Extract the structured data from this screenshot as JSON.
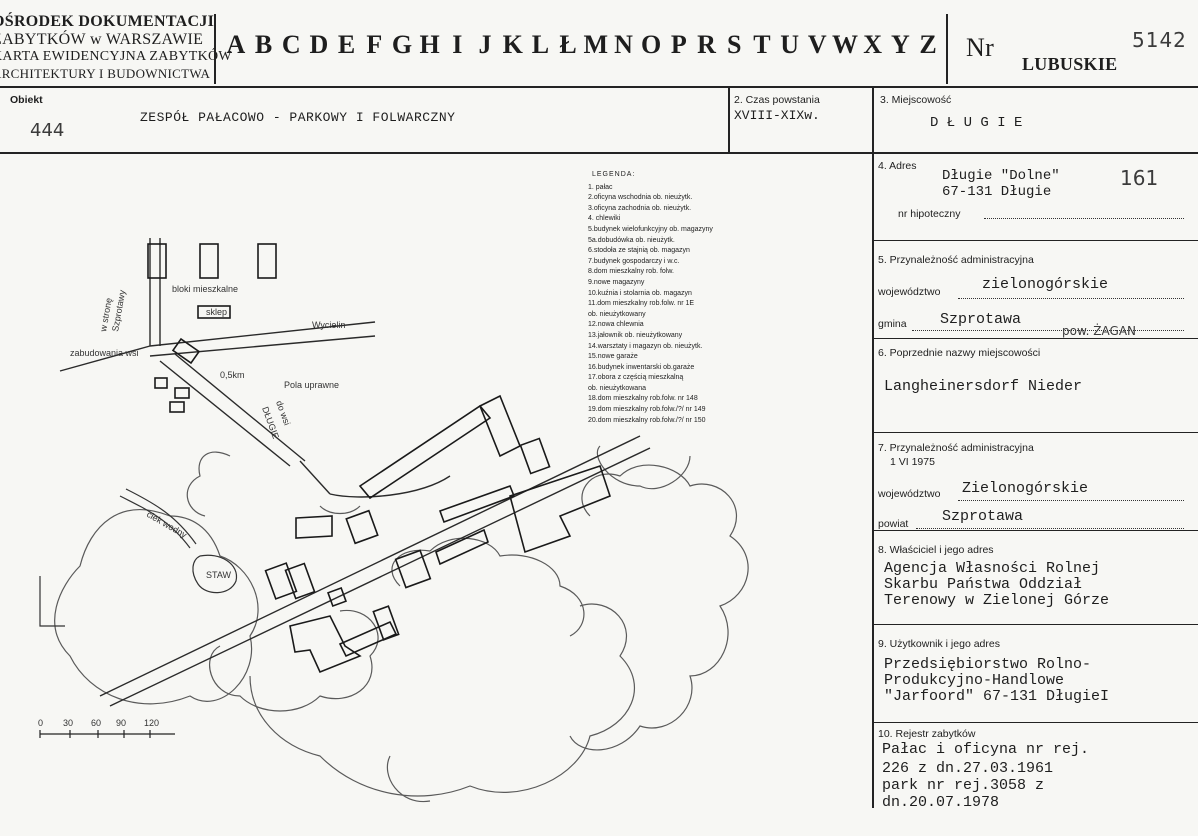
{
  "header": {
    "institution": [
      "OŚRODEK DOKUMENTACJI",
      "ZABYTKÓW w WARSZAWIE",
      "KARTA EWIDENCYJNA ZABYTKÓW",
      "ARCHITEKTURY I BUDOWNICTWA"
    ],
    "alphabet": [
      "A",
      "B",
      "C",
      "D",
      "E",
      "F",
      "G",
      "H",
      "I",
      "J",
      "K",
      "L",
      "Ł",
      "M",
      "N",
      "O",
      "P",
      "R",
      "S",
      "T",
      "U",
      "V",
      "W",
      "X",
      "Y",
      "Z"
    ],
    "nr_label": "Nr",
    "region": "LUBUSKIE",
    "handwritten_number": "5142"
  },
  "fields": {
    "obiekt": {
      "label": "Obiekt",
      "value": "ZESPÓŁ PAŁACOWO - PARKOWY I FOLWARCZNY",
      "annotation": "444"
    },
    "czas": {
      "label": "2. Czas powstania",
      "value": "XVIII-XIXw."
    },
    "miejscowosc": {
      "label": "3. Miejscowość",
      "value": "D Ł U G I E"
    },
    "adres": {
      "label": "4. Adres",
      "line1": "Długie \"Dolne\"",
      "line2": "67-131 Długie",
      "annotation": "161",
      "hipoteczny_label": "nr hipoteczny"
    },
    "przynaleznosc": {
      "label": "5. Przynależność administracyjna",
      "woj_label": "województwo",
      "woj_value": "zielonogórskie",
      "gmina_label": "gmina",
      "gmina_value": "Szprotawa",
      "annotation": "pow. ŻAGAN"
    },
    "poprzednie": {
      "label": "6. Poprzednie nazwy miejscowości",
      "value": "Langheinersdorf Nieder"
    },
    "przynaleznosc1975": {
      "label": "7. Przynależność administracyjna",
      "date": "1 VI 1975",
      "woj_label": "województwo",
      "woj_value": "Zielonogórskie",
      "powiat_label": "powiat",
      "powiat_value": "Szprotawa"
    },
    "wlasciciel": {
      "label": "8. Właściciel i jego adres",
      "lines": [
        "Agencja Własności Rolnej",
        "Skarbu Państwa Oddział",
        "Terenowy w Zielonej Górze"
      ]
    },
    "uzytkownik": {
      "label": "9. Użytkownik i jego adres",
      "lines": [
        "Przedsiębiorstwo Rolno-",
        "Produkcyjno-Handlowe",
        "\"Jarfoord\" 67-131 DługieI"
      ]
    },
    "rejestr": {
      "label": "10. Rejestr zabytków",
      "lines": [
        "Pałac i oficyna nr rej.",
        "226 z dn.27.03.1961",
        "park nr rej.3058 z",
        "dn.20.07.1978"
      ]
    }
  },
  "map": {
    "legend_title": "LEGENDA:",
    "legend": [
      "1. pałac",
      "2.oficyna wschodnia ob. nieużytk.",
      "3.oficyna zachodnia ob. nieużytk.",
      "4. chlewiki",
      "5.budynek wielofunkcyjny ob. magazyny",
      "5a.dobudówka ob. nieużytk.",
      "6.stodoła ze stajnią ob. magazyn",
      "7.budynek gospodarczy i w.c.",
      "8.dom mieszkalny rob. folw.",
      "9.nowe magazyny",
      "10.kuźnia i stolarnia ob. magazyn",
      "11.dom mieszkalny rob.folw. nr 1E",
      "   ob. nieużytkowany",
      "12.nowa chlewnia",
      "13.jałownik ob. nieużytkowany",
      "14.warsztaty i magazyn ob. nieużytk.",
      "15.nowe garaże",
      "16.budynek inwentarski ob.garaże",
      "17.obora z częścią mieszkalną",
      "   ob. nieużytkowana",
      "18.dom mieszkalny rob.folw. nr 148",
      "19.dom mieszkalny rob.folw./?/ nr 149",
      "20.dom mieszkalny rob.folw./?/ nr 150"
    ],
    "labels": {
      "bloki": "bloki mieszkalne",
      "sklep": "sklep",
      "wycielin": "Wycielin",
      "zabudowania": "zabudowania wsi",
      "distance": "0,5km",
      "pola": "Pola uprawne",
      "do_wsi": "do wsi",
      "dlugie": "DŁUGIE",
      "w_strone": "w stronę",
      "szprotawy": "Szprotawy",
      "staw": "STAW",
      "ciek": "ciek wodny"
    },
    "scale": [
      "0",
      "30",
      "60",
      "90",
      "120"
    ]
  }
}
